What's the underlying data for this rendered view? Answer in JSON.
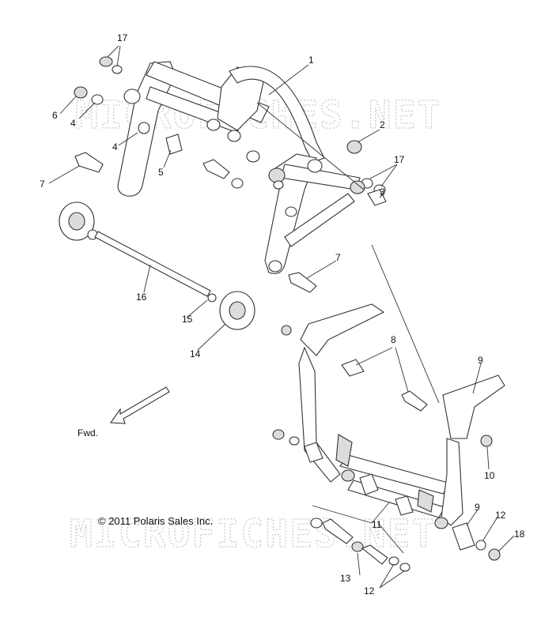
{
  "diagram": {
    "copyright": "© 2011 Polaris Sales Inc.",
    "direction_label": "Fwd.",
    "watermark": "MICROFICHES.NET",
    "callouts": [
      {
        "id": "c17a",
        "text": "17"
      },
      {
        "id": "c1",
        "text": "1"
      },
      {
        "id": "c6",
        "text": "6"
      },
      {
        "id": "c4a",
        "text": "4"
      },
      {
        "id": "c4b",
        "text": "4"
      },
      {
        "id": "c2",
        "text": "2"
      },
      {
        "id": "c5",
        "text": "5"
      },
      {
        "id": "c7a",
        "text": "7"
      },
      {
        "id": "c17b",
        "text": "17"
      },
      {
        "id": "c3",
        "text": "3"
      },
      {
        "id": "c7b",
        "text": "7"
      },
      {
        "id": "c16",
        "text": "16"
      },
      {
        "id": "c15",
        "text": "15"
      },
      {
        "id": "c14",
        "text": "14"
      },
      {
        "id": "c8",
        "text": "8"
      },
      {
        "id": "c9a",
        "text": "9"
      },
      {
        "id": "c10",
        "text": "10"
      },
      {
        "id": "c9b",
        "text": "9"
      },
      {
        "id": "c12a",
        "text": "12"
      },
      {
        "id": "c11",
        "text": "11"
      },
      {
        "id": "c18",
        "text": "18"
      },
      {
        "id": "c13",
        "text": "13"
      },
      {
        "id": "c12b",
        "text": "12"
      }
    ]
  }
}
